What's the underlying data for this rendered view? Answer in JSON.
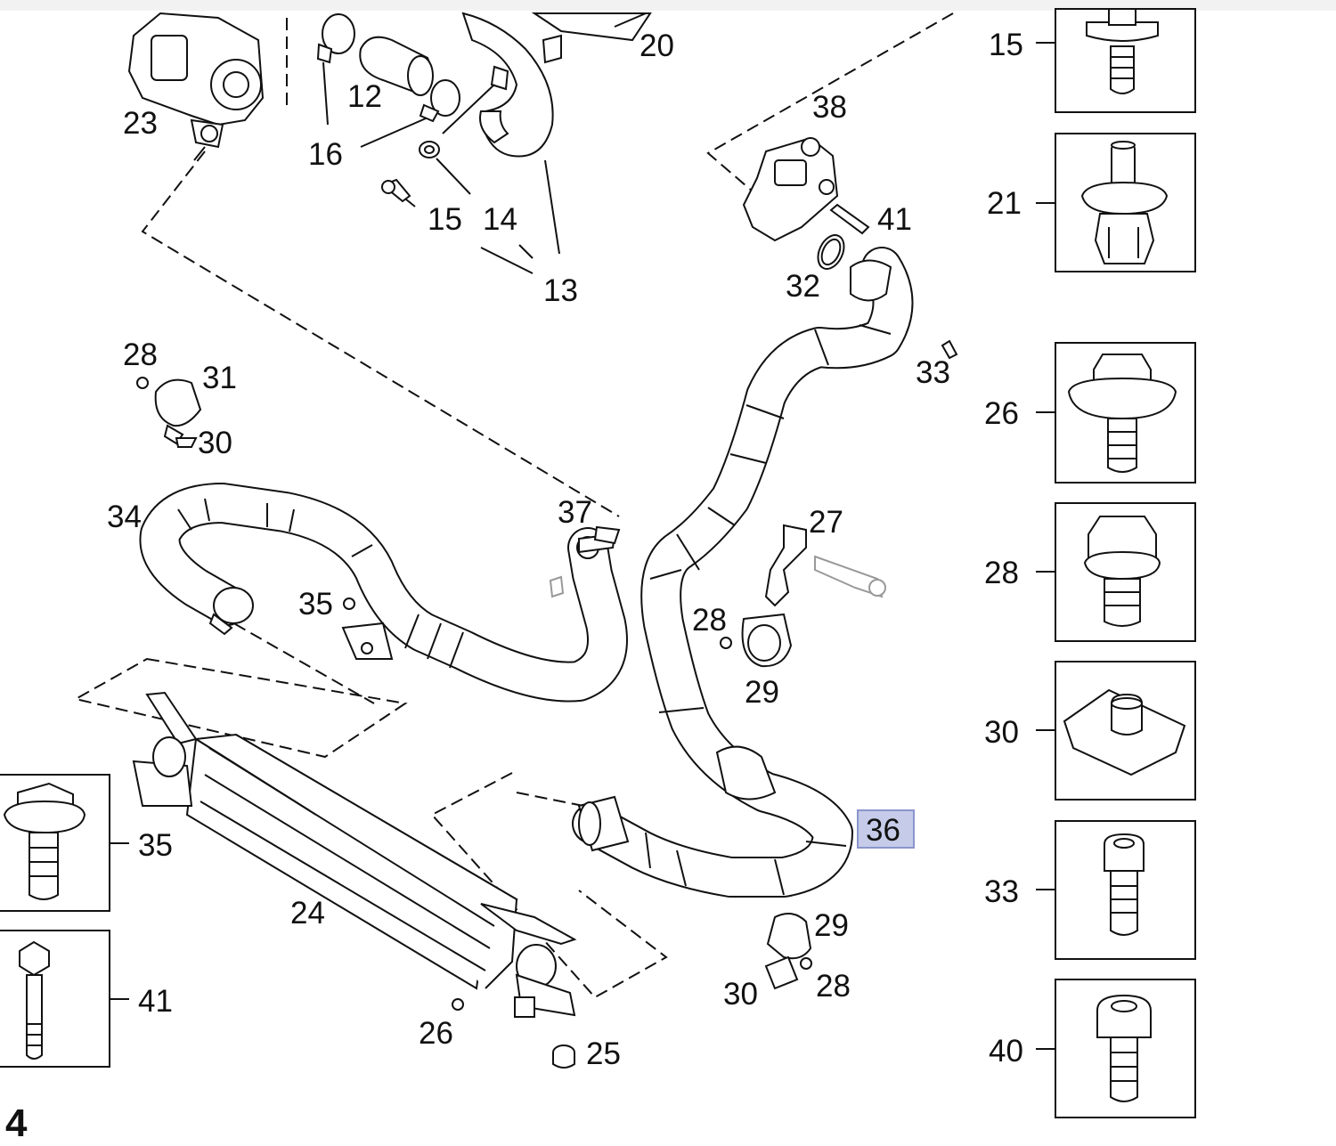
{
  "diagram": {
    "part_labels": {
      "l20": "20",
      "l12": "12",
      "l23": "23",
      "l16": "16",
      "l15": "15",
      "l14": "14",
      "l13": "13",
      "l38": "38",
      "l41": "41",
      "l32": "32",
      "l33": "33",
      "l28a": "28",
      "l31": "31",
      "l30a": "30",
      "l34": "34",
      "l37": "37",
      "l27": "27",
      "l35": "35",
      "l28b": "28",
      "l29a": "29",
      "l36": "36",
      "l24": "24",
      "l26": "26",
      "l25": "25",
      "l29b": "29",
      "l30b": "30",
      "l28c": "28"
    },
    "highlighted_part": "36",
    "highlight_color": "#c5cbe8",
    "highlight_border": "#8a95cc"
  },
  "fastener_panels": {
    "right": [
      {
        "num": "15",
        "icon": "flange-screw-icon"
      },
      {
        "num": "21",
        "icon": "push-rivet-icon"
      },
      {
        "num": "26",
        "icon": "flange-bolt-icon"
      },
      {
        "num": "28",
        "icon": "hex-bolt-icon"
      },
      {
        "num": "30",
        "icon": "clip-nut-icon"
      },
      {
        "num": "33",
        "icon": "torx-screw-icon"
      },
      {
        "num": "40",
        "icon": "torx-screw-icon"
      }
    ],
    "left": [
      {
        "num": "35",
        "icon": "hex-bolt-icon"
      },
      {
        "num": "41",
        "icon": "long-bolt-icon"
      }
    ]
  },
  "page_marker": "4"
}
